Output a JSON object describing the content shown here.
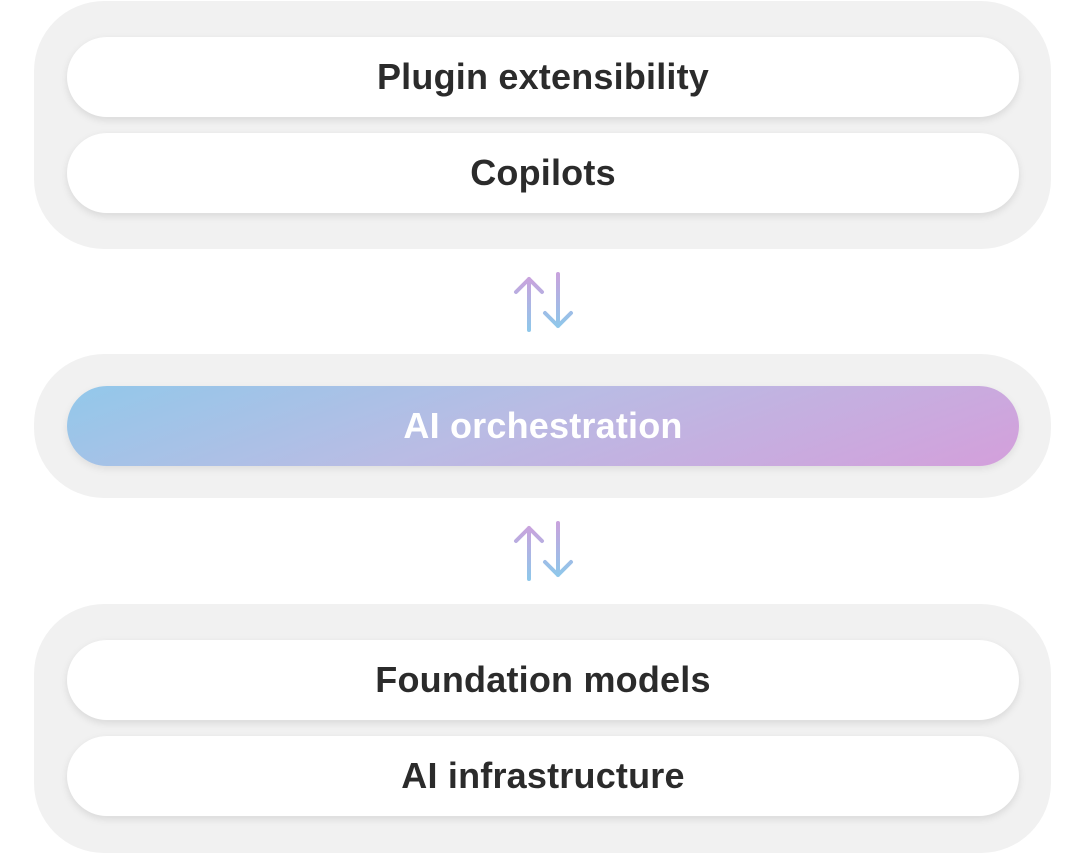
{
  "layers": {
    "top": {
      "items": [
        {
          "label": "Plugin extensibility"
        },
        {
          "label": "Copilots"
        }
      ]
    },
    "middle": {
      "label": "AI orchestration",
      "gradient_colors": [
        "#92c8ea",
        "#b9bce4",
        "#d49fdb"
      ]
    },
    "bottom": {
      "items": [
        {
          "label": "Foundation models"
        },
        {
          "label": "AI infrastructure"
        }
      ]
    }
  },
  "connectors": [
    {
      "icon": "bidirectional-arrows-icon",
      "colors": [
        "#8fc7ea",
        "#c8a3dd"
      ]
    },
    {
      "icon": "bidirectional-arrows-icon",
      "colors": [
        "#8fc7ea",
        "#c8a3dd"
      ]
    }
  ],
  "colors": {
    "group_background": "#f1f1f1",
    "pill_background": "#ffffff",
    "text": "#2b2b2b",
    "highlight_text": "#ffffff"
  }
}
